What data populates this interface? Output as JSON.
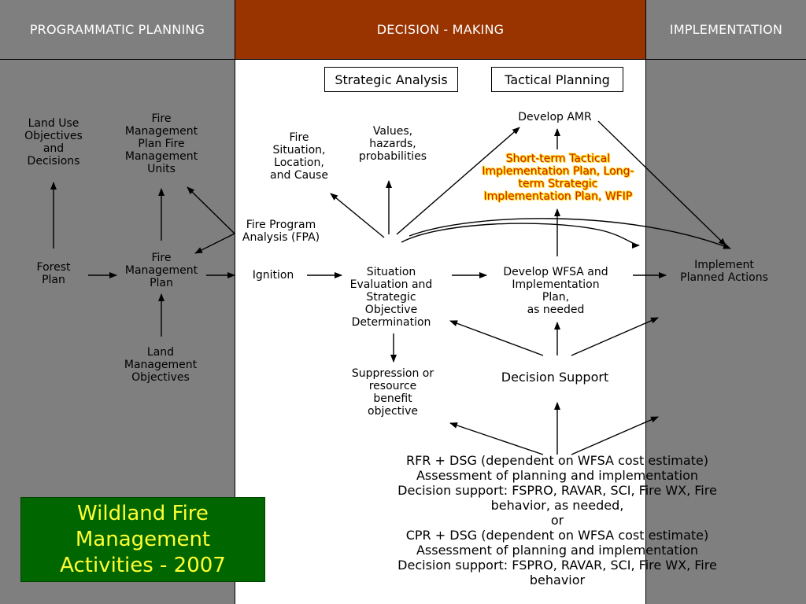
{
  "headers": {
    "left": "PROGRAMMATIC PLANNING",
    "middle": "DECISION - MAKING",
    "right": "IMPLEMENTATION"
  },
  "boxes": {
    "strategic": "Strategic Analysis",
    "tactical": "Tactical Planning"
  },
  "nodes": {
    "land_use": "Land Use\nObjectives\nand\nDecisions",
    "fire_mgmt_units": "Fire\nManagement\nPlan Fire\nManagement\nUnits",
    "forest_plan": "Forest\nPlan",
    "fire_mgmt_plan": "Fire\nManagement\nPlan",
    "land_mgmt": "Land\nManagement\nObjectives",
    "fpa": "Fire Program\nAnalysis (FPA)",
    "ignition": "Ignition",
    "fire_situation": "Fire\nSituation,\nLocation,\nand Cause",
    "values": "Values,\nhazards,\nprobabilities",
    "develop_amr": "Develop AMR",
    "short_term": "Short-term Tactical\nImplementation Plan, Long-\nterm Strategic\nImplementation Plan, WFIP",
    "situation_eval": "Situation\nEvaluation and\nStrategic\nObjective\nDetermination",
    "develop_wfsa": "Develop WFSA and\nImplementation\nPlan,\nas needed",
    "implement": "Implement\nPlanned Actions",
    "suppression": "Suppression or\nresource\nbenefit\nobjective",
    "decision_support": "Decision Support"
  },
  "rfr_block": "RFR + DSG (dependent on WFSA cost estimate)\nAssessment of planning and implementation\nDecision support:  FSPRO, RAVAR, SCI, Fire WX, Fire\nbehavior, as needed,\nor\nCPR + DSG (dependent on WFSA cost estimate)\nAssessment of planning and implementation\nDecision support:  FSPRO, RAVAR, SCI, Fire WX, Fire\nbehavior",
  "title": "Wildland Fire\nManagement\nActivities - 2007",
  "colors": {
    "header_mid": "#993300",
    "side_gray": "#7f7f7f",
    "title_bg": "#006600",
    "title_text": "#ffff33",
    "highlight_text": "#cc2200",
    "highlight_glow": "#ffd700"
  }
}
